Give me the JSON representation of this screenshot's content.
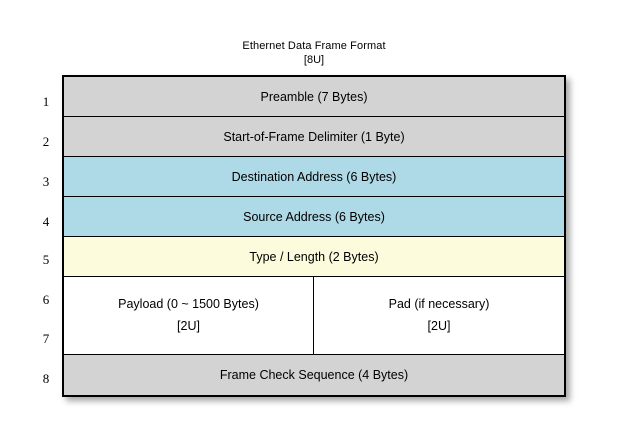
{
  "diagram": {
    "title": "Ethernet Data Frame Format",
    "subtitle": "[8U]",
    "colors": {
      "gray": "#d3d3d3",
      "blue": "#aed9e6",
      "yellow": "#fcfcdc",
      "white": "#ffffff",
      "border": "#000000"
    },
    "row_numbers": [
      "1",
      "2",
      "3",
      "4",
      "5",
      "6",
      "7",
      "8"
    ],
    "rows": [
      {
        "number": "1",
        "label": "Preamble (7 Bytes)",
        "fill": "gray"
      },
      {
        "number": "2",
        "label": "Start-of-Frame Delimiter (1 Byte)",
        "fill": "gray"
      },
      {
        "number": "3",
        "label": "Destination Address (6 Bytes)",
        "fill": "blue"
      },
      {
        "number": "4",
        "label": "Source Address (6 Bytes)",
        "fill": "blue"
      },
      {
        "number": "5",
        "label": "Type / Length (2 Bytes)",
        "fill": "yellow"
      },
      {
        "number": "6-7",
        "fill": "white",
        "split": true,
        "left": {
          "label": "Payload (0 ~ 1500 Bytes)",
          "sublabel": "[2U]"
        },
        "right": {
          "label": "Pad (if necessary)",
          "sublabel": "[2U]"
        }
      },
      {
        "number": "8",
        "label": "Frame Check Sequence (4 Bytes)",
        "fill": "gray"
      }
    ]
  }
}
